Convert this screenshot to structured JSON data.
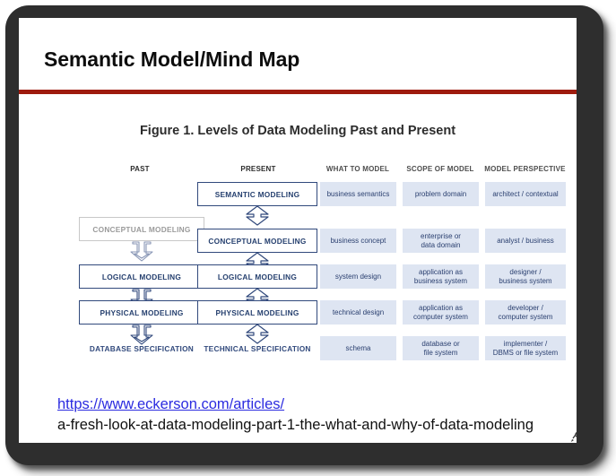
{
  "slide": {
    "title": "Semantic Model/Mind Map",
    "accent_color": "#9e1b0e",
    "background": "#ffffff"
  },
  "figure": {
    "caption": "Figure 1. Levels of Data Modeling Past and Present",
    "box_border_color": "#31497c",
    "box_text_color": "#26406f",
    "faded_color": "#9a9a9a",
    "cell_fill_color": "#dee5f2",
    "cell_text_color": "#2b4070",
    "headers": [
      {
        "label": "PAST"
      },
      {
        "label": "PRESENT"
      },
      {
        "label": "WHAT TO MODEL"
      },
      {
        "label": "SCOPE OF MODEL"
      },
      {
        "label": "MODEL PERSPECTIVE"
      }
    ],
    "past_column": {
      "boxes": [
        {
          "label": "CONCEPTUAL MODELING",
          "faded": true
        },
        {
          "label": "LOGICAL MODELING",
          "faded": false
        },
        {
          "label": "PHYSICAL MODELING",
          "faded": false
        }
      ],
      "spec_label": "DATABASE SPECIFICATION"
    },
    "present_column": {
      "boxes": [
        {
          "label": "SEMANTIC MODELING"
        },
        {
          "label": "CONCEPTUAL MODELING"
        },
        {
          "label": "LOGICAL MODELING"
        },
        {
          "label": "PHYSICAL MODELING"
        }
      ],
      "spec_label": "TECHNICAL SPECIFICATION"
    },
    "matrix_rows": [
      {
        "what_to_model": "business semantics",
        "scope_of_model": "problem domain",
        "model_perspective": "architect / contextual"
      },
      {
        "what_to_model": "business concept",
        "scope_of_model": "enterprise or\ndata domain",
        "model_perspective": "analyst / business"
      },
      {
        "what_to_model": "system design",
        "scope_of_model": "application as\nbusiness system",
        "model_perspective": "designer /\nbusiness system"
      },
      {
        "what_to_model": "technical design",
        "scope_of_model": "application as\ncomputer system",
        "model_perspective": "developer /\ncomputer system"
      },
      {
        "what_to_model": "schema",
        "scope_of_model": "database or\nfile system",
        "model_perspective": "implementer /\nDBMS or file system"
      }
    ]
  },
  "link": {
    "line1": "https://www.eckerson.com/articles/",
    "line2": "a-fresh-look-at-data-modeling-part-1-the-what-and-why-of-data-modeling",
    "line1_color": "#2b2be0",
    "line2_color": "#111111"
  }
}
